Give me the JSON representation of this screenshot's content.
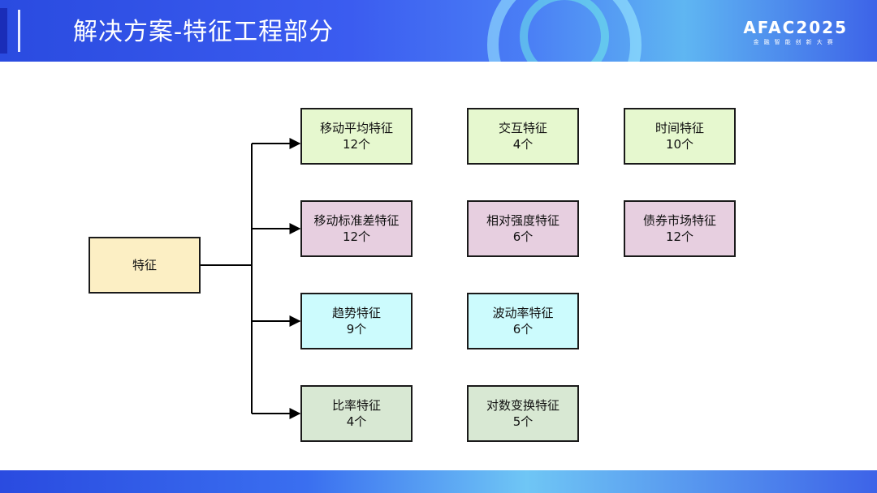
{
  "header": {
    "title": "解决方案-特征工程部分",
    "logo_main": "AFAC2025",
    "logo_sub": "金融智能创新大赛"
  },
  "root": {
    "label": "特征"
  },
  "rows": [
    [
      {
        "name": "移动平均特征",
        "count": "12个"
      },
      {
        "name": "交互特征",
        "count": "4个"
      },
      {
        "name": "时间特征",
        "count": "10个"
      }
    ],
    [
      {
        "name": "移动标准差特征",
        "count": "12个"
      },
      {
        "name": "相对强度特征",
        "count": "6个"
      },
      {
        "name": "债券市场特征",
        "count": "12个"
      }
    ],
    [
      {
        "name": "趋势特征",
        "count": "9个"
      },
      {
        "name": "波动率特征",
        "count": "6个"
      }
    ],
    [
      {
        "name": "比率特征",
        "count": "4个"
      },
      {
        "name": "对数变换特征",
        "count": "5个"
      }
    ]
  ],
  "colors": {
    "row0": "#e6f8cf",
    "row1": "#e7cfe0",
    "row2": "#ccfbfd",
    "row3": "#d8e8d3",
    "root": "#fcefc4",
    "header": "#3b5cf0"
  }
}
